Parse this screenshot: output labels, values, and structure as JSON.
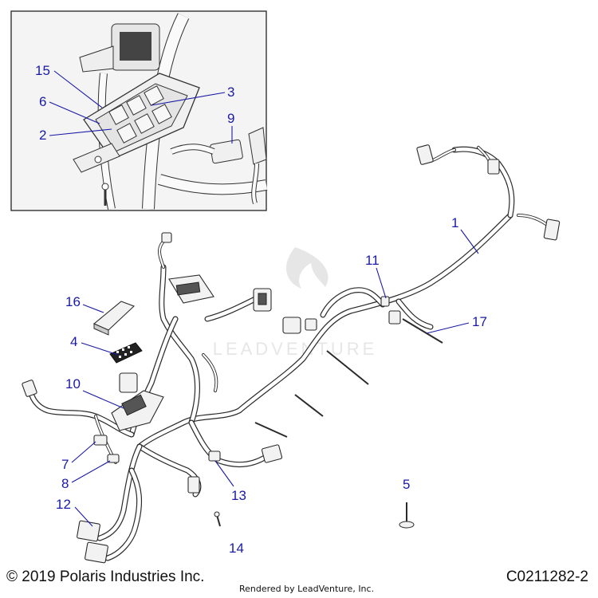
{
  "callouts": {
    "c1": "1",
    "c2": "2",
    "c3": "3",
    "c4": "4",
    "c5": "5",
    "c6": "6",
    "c7": "7",
    "c8": "8",
    "c9": "9",
    "c10": "10",
    "c11": "11",
    "c12": "12",
    "c13": "13",
    "c14": "14",
    "c15": "15",
    "c16": "16",
    "c17": "17"
  },
  "watermark": {
    "text": "LEADVENTURE"
  },
  "footer": {
    "copyright": "© 2019 Polaris Industries Inc.",
    "rendered_by": "Rendered by LeadVenture, Inc.",
    "drawing_id": "C0211282-2"
  },
  "colors": {
    "callout": "#1a1aa6",
    "line_art": "#2a2a2a",
    "inset_background": "#f4f4f4"
  }
}
